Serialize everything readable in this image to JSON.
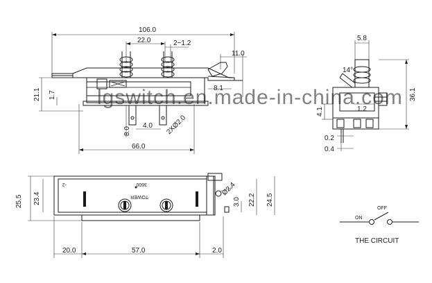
{
  "watermark": "lgswitch.en.made-in-china.com",
  "top_view": {
    "dim_overall_length": "106.0",
    "dim_spring_span": "22.0",
    "dim_spring_width": "2~1.2",
    "dim_lever_tip": "11.0",
    "dim_lever_offset": "8.1",
    "dim_height_total": "21.1",
    "dim_base_thickness": "1.7",
    "dim_pin_length": "8.0",
    "dim_pin_spacing": "4.0",
    "dim_pin_holes": "2XØ2.0",
    "dim_body_length": "66.0"
  },
  "side_view": {
    "dim_actuator_width": "5.8",
    "dim_height": "36.1",
    "dim_angle": "14°",
    "dim_slot": "1.2",
    "dim_pin_height": "4.1",
    "dim_gap_small": "0.2",
    "dim_gap_base": "0.4"
  },
  "bottom_view": {
    "label_mark": "-2",
    "label_model": "3600",
    "label_brand": "TOWER",
    "dim_height_outer": "25.5",
    "dim_height_inner": "23.4",
    "dim_hole": "Ø2.4",
    "dim_slot_height": "3.0",
    "dim_right_inner": "22.2",
    "dim_right_outer": "24.5",
    "dim_left_offset": "20.0",
    "dim_center_span": "57.0",
    "dim_right_offset": "2.0"
  },
  "circuit": {
    "on_label": "ON",
    "off_label": "OFF",
    "title": "THE CIRCUIT"
  }
}
